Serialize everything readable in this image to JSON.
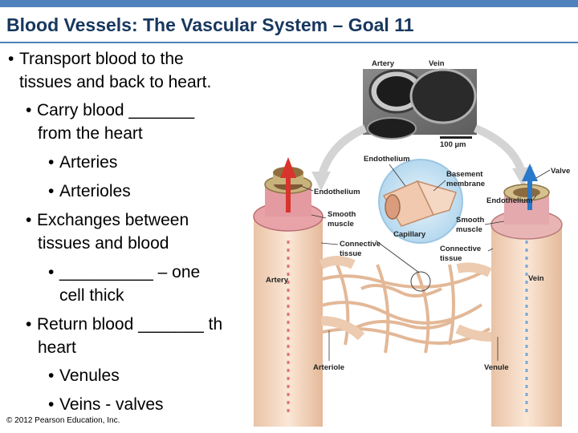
{
  "slide": {
    "title": "Blood Vessels: The Vascular System – Goal 11",
    "bullets": [
      {
        "level": 1,
        "lines": [
          "Transport blood to the",
          "tissues and back to heart."
        ]
      },
      {
        "level": 2,
        "lines": [
          "Carry blood _______",
          "from the heart"
        ]
      },
      {
        "level": 3,
        "lines": [
          "Arteries"
        ]
      },
      {
        "level": 3,
        "lines": [
          "Arterioles"
        ]
      },
      {
        "level": 2,
        "lines": [
          "Exchanges between",
          "tissues and blood"
        ]
      },
      {
        "level": 3,
        "lines": [
          "__________ – one",
          "cell thick"
        ]
      },
      {
        "level": 2,
        "lines": [
          "Return blood _______ th",
          "heart"
        ]
      },
      {
        "level": 3,
        "lines": [
          "Venules"
        ]
      },
      {
        "level": 3,
        "lines": [
          "Veins - valves"
        ]
      }
    ],
    "copyright": "© 2012 Pearson Education, Inc."
  },
  "figure": {
    "labels": {
      "artery_top": "Artery",
      "vein_top": "Vein",
      "scale": "100 µm",
      "endothelium_top": "Endothelium",
      "basement_membrane": [
        "Basement",
        "membrane"
      ],
      "valve": "Valve",
      "endothelium_left": "Endothelium",
      "endothelium_right": "Endothelium",
      "smooth_muscle_left": [
        "Smooth",
        "muscle"
      ],
      "smooth_muscle_right": [
        "Smooth",
        "muscle"
      ],
      "capillary": "Capillary",
      "connective_left": [
        "Connective",
        "tissue"
      ],
      "connective_right": [
        "Connective",
        "tissue"
      ],
      "artery": "Artery",
      "vein": "Vein",
      "arteriole": "Arteriole",
      "venule": "Venule"
    },
    "colors": {
      "arterial_flow": "#d9342b",
      "venous_flow": "#2a78c8",
      "vessel_wall": "#f3d6bf",
      "smooth_muscle": "#e7a0a6",
      "endothelium": "#f7eddd"
    }
  }
}
